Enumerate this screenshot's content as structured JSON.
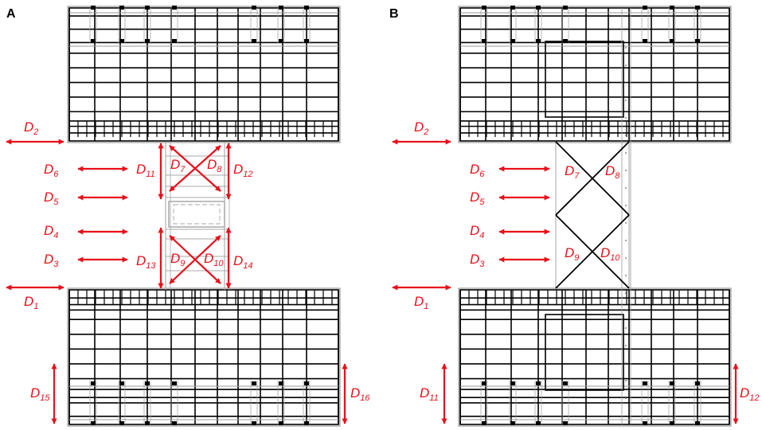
{
  "panels": [
    {
      "letter": "A",
      "labels": [
        {
          "id": "D2",
          "base": "D",
          "sub": "2"
        },
        {
          "id": "D1",
          "base": "D",
          "sub": "1"
        },
        {
          "id": "D6",
          "base": "D",
          "sub": "6"
        },
        {
          "id": "D5",
          "base": "D",
          "sub": "5"
        },
        {
          "id": "D4",
          "base": "D",
          "sub": "4"
        },
        {
          "id": "D3",
          "base": "D",
          "sub": "3"
        },
        {
          "id": "D11",
          "base": "D",
          "sub": "11"
        },
        {
          "id": "D7",
          "base": "D",
          "sub": "7"
        },
        {
          "id": "D8",
          "base": "D",
          "sub": "8"
        },
        {
          "id": "D12",
          "base": "D",
          "sub": "12"
        },
        {
          "id": "D13",
          "base": "D",
          "sub": "13"
        },
        {
          "id": "D9",
          "base": "D",
          "sub": "9"
        },
        {
          "id": "D10",
          "base": "D",
          "sub": "10"
        },
        {
          "id": "D14",
          "base": "D",
          "sub": "14"
        },
        {
          "id": "D15",
          "base": "D",
          "sub": "15"
        },
        {
          "id": "D16",
          "base": "D",
          "sub": "16"
        }
      ]
    },
    {
      "letter": "B",
      "labels": [
        {
          "id": "D2",
          "base": "D",
          "sub": "2"
        },
        {
          "id": "D1",
          "base": "D",
          "sub": "1"
        },
        {
          "id": "D6",
          "base": "D",
          "sub": "6"
        },
        {
          "id": "D5",
          "base": "D",
          "sub": "5"
        },
        {
          "id": "D4",
          "base": "D",
          "sub": "4"
        },
        {
          "id": "D3",
          "base": "D",
          "sub": "3"
        },
        {
          "id": "D7",
          "base": "D",
          "sub": "7"
        },
        {
          "id": "D8",
          "base": "D",
          "sub": "8"
        },
        {
          "id": "D9",
          "base": "D",
          "sub": "9"
        },
        {
          "id": "D10",
          "base": "D",
          "sub": "10"
        },
        {
          "id": "D11",
          "base": "D",
          "sub": "11"
        },
        {
          "id": "D12",
          "base": "D",
          "sub": "12"
        }
      ]
    }
  ],
  "colors": {
    "arrow": "#e8101a",
    "label": "#e8101a",
    "grid": "#000000",
    "frame": "#9a9a9a"
  }
}
